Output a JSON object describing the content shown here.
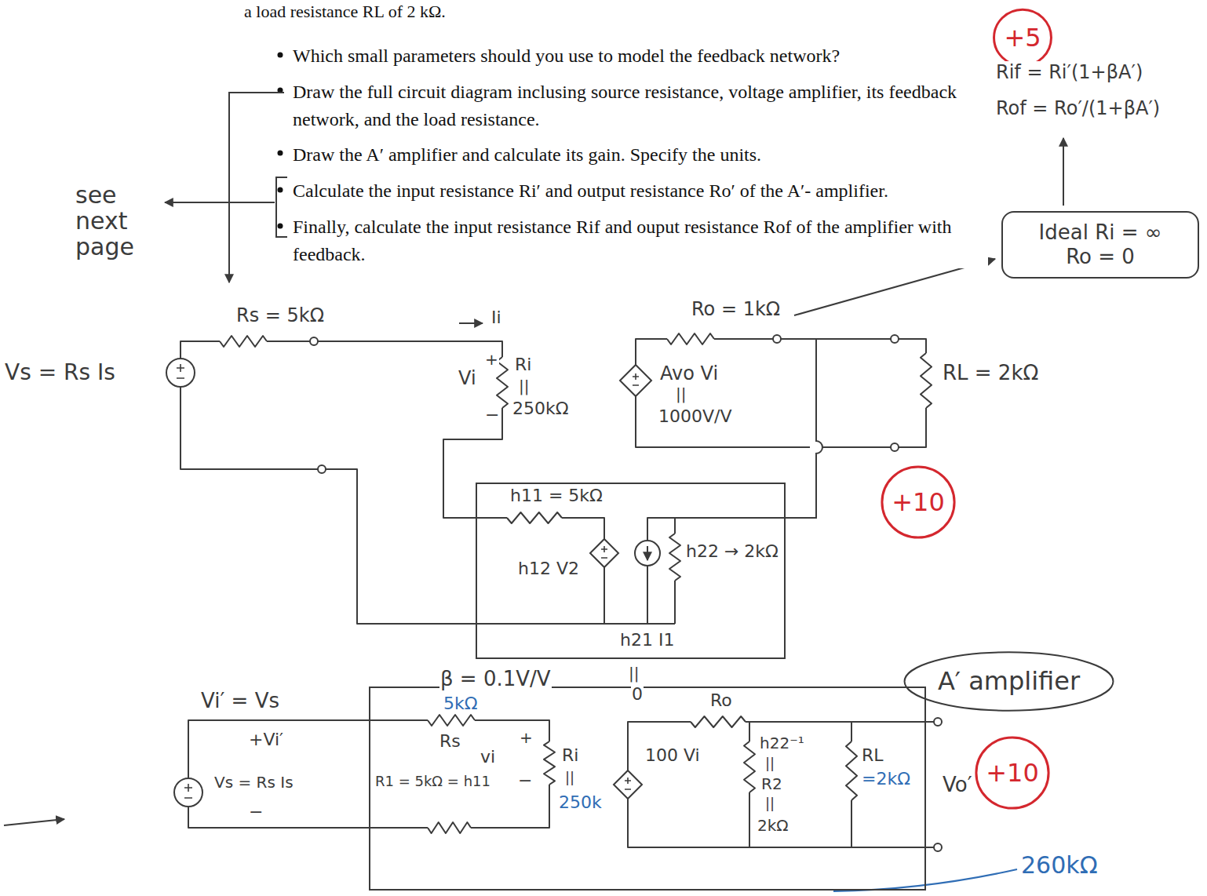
{
  "diagram": {
    "nodes": [
      {
        "text": [
          "+5"
        ]
      },
      {
        "text": [
          "Ideal Ri = ∞",
          "Ro = 0"
        ]
      },
      {
        "text": [
          "+10"
        ]
      },
      {
        "text": [
          "h11 = 5kΩ",
          "h12 V2",
          "h21 I1",
          "h22 → 2kΩ"
        ]
      },
      {
        "text": [
          "A′ amplifier"
        ]
      },
      {
        "text": [
          "5kΩ",
          "Ro",
          "Rs",
          "+",
          "100 Vi",
          "h22⁻¹",
          "RL",
          "vi",
          "Ri",
          "||",
          "=2kΩ",
          "−",
          "R1 = 5kΩ = h11",
          "||",
          "R2",
          "||",
          "250k",
          "2kΩ"
        ]
      },
      {
        "text": [
          "+10"
        ]
      }
    ],
    "labels": [
      "a load resistance RL of 2 kΩ.",
      "Which small parameters should you use to model the feedback network?",
      "Draw the full circuit diagram inclusing source resistance, voltage amplifier, its feedback network, and the load resistance.",
      "Draw the A′ amplifier and calculate its gain. Specify the units.",
      "Calculate the input resistance Ri′ and output resistance Ro′ of the A′- amplifier.",
      "Finally, calculate the input resistance Rif and ouput resistance Rof of the amplifier with feedback.",
      "see next page",
      "Rif = Ri′(1+βA′)",
      "Rof = Ro′/(1+βA′)",
      "Vs = Rs Is",
      "Rs = 5kΩ",
      "Ii",
      "Ro = 1kΩ",
      "+",
      "Vi",
      "−",
      "Ri",
      "||",
      "250kΩ",
      "Avo Vi",
      "||",
      "1000V/V",
      "RL = 2kΩ",
      "β = 0.1V/V",
      "||",
      "0",
      "Vi′ = Vs",
      "+Vi′",
      "Vs = Rs Is",
      "−",
      "Vo′",
      "260kΩ"
    ]
  }
}
